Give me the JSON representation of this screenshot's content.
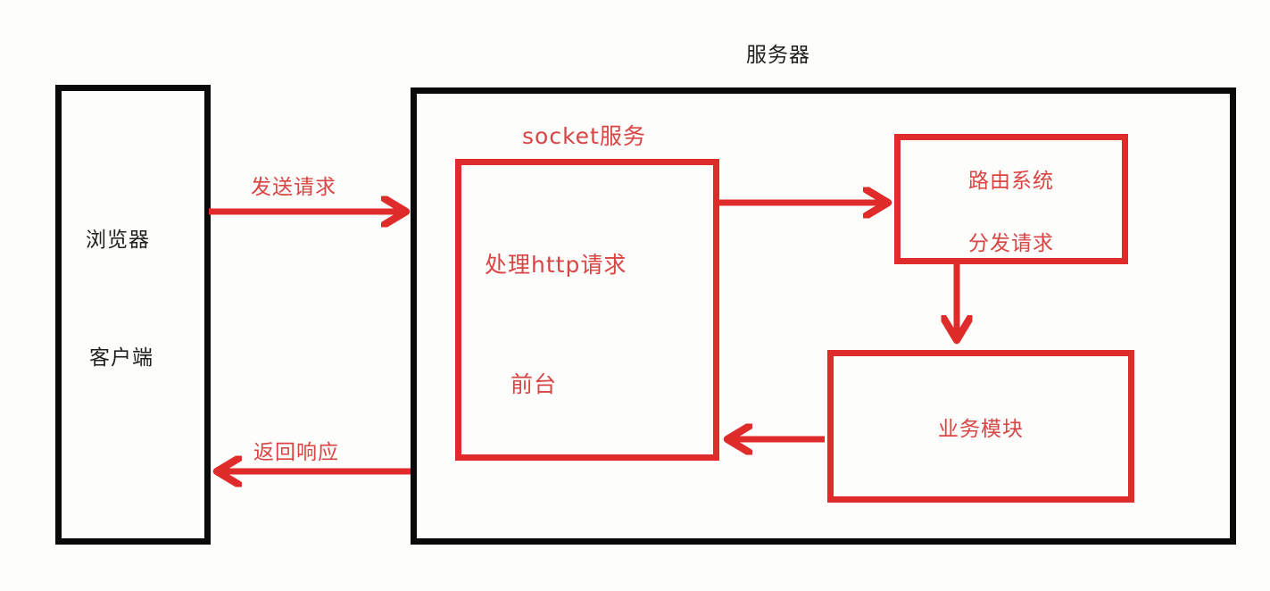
{
  "diagram": {
    "server_label": "服务器",
    "client_box": {
      "top_label": "浏览器",
      "bottom_label": "客户端"
    },
    "socket_box": {
      "title": "socket服务",
      "line1": "处理http请求",
      "line2": "前台"
    },
    "router_box": {
      "line1": "路由系统",
      "line2": "分发请求"
    },
    "business_box": {
      "label": "业务模块"
    },
    "arrows": {
      "send_request": "发送请求",
      "return_response": "返回响应"
    },
    "colors": {
      "accent_red": "#e02b2b",
      "label_red": "#d94545",
      "box_black": "#0a0a0a"
    }
  }
}
